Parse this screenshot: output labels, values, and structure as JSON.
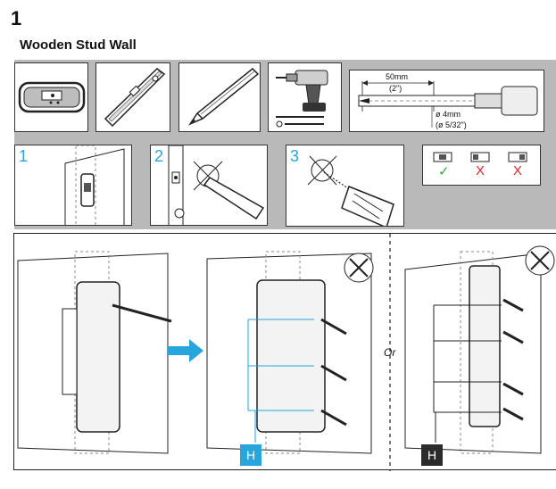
{
  "header": {
    "step_number": "1",
    "title": "Wooden Stud Wall"
  },
  "tools": {
    "drill_bit": {
      "length_label": "50mm",
      "length_label_imperial": "(2\")",
      "diameter_label": "ø 4mm",
      "diameter_label_imperial": "(ø 5/32\")"
    }
  },
  "steps": [
    {
      "number": "1"
    },
    {
      "number": "2"
    },
    {
      "number": "3"
    }
  ],
  "level_checks": [
    {
      "result": "✓",
      "color": "#2fa83a"
    },
    {
      "result": "X",
      "color": "#e0262b"
    },
    {
      "result": "X",
      "color": "#e0262b"
    }
  ],
  "mount": {
    "or_label": "Or",
    "hardware_label_left": "H",
    "hardware_label_right": "H",
    "hardware_left_color": "#26a6dd",
    "hardware_right_color": "#2b2b2b"
  },
  "colors": {
    "accent_blue": "#26a6dd",
    "panel_grey": "#b9b9b9"
  }
}
